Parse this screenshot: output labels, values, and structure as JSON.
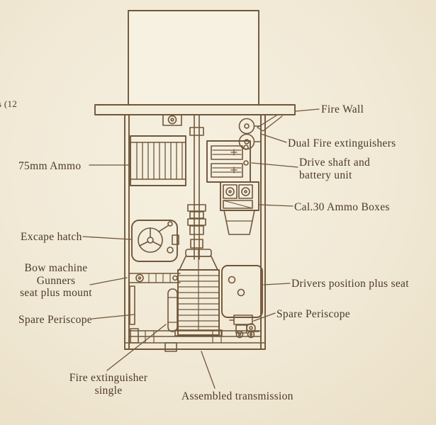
{
  "palette": {
    "paper": "#f1e9d5",
    "ink": "#70563a",
    "text": "#4c3927"
  },
  "figure": {
    "partial_left_text": "s (12",
    "labels": {
      "fire_wall": "Fire Wall",
      "dual_fire_extinguishers": "Dual Fire extinguishers",
      "ammo_75mm": "75mm Ammo",
      "drive_shaft_battery": "Drive shaft and\nbattery unit",
      "cal30_ammo_boxes": "Cal.30 Ammo Boxes",
      "escape_hatch": "Excape hatch",
      "bow_machine_gunner": "Bow machine\nGunners\nseat plus mount",
      "spare_periscope_left": "Spare Periscope",
      "drivers_position": "Drivers position plus seat",
      "spare_periscope_right": "Spare Periscope",
      "fire_extinguisher_single": "Fire extinguisher\nsingle",
      "assembled_transmission": "Assembled transmission"
    }
  }
}
